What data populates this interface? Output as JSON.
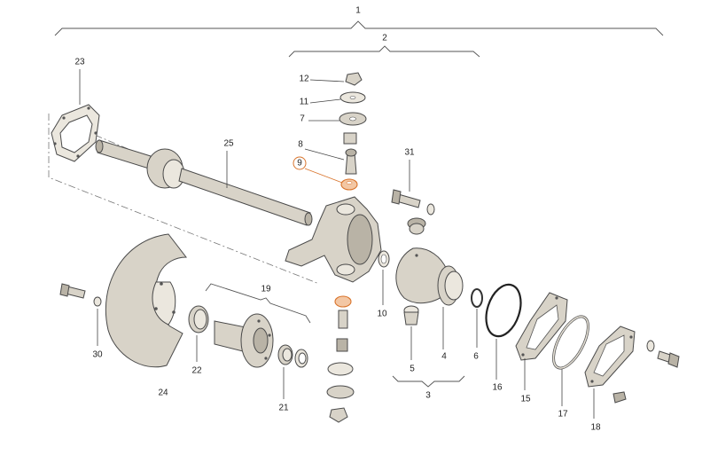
{
  "callouts": {
    "c1": "1",
    "c2": "2",
    "c3": "3",
    "c4": "4",
    "c5": "5",
    "c6": "6",
    "c7": "7",
    "c8": "8",
    "c9": "9",
    "c10": "10",
    "c11": "11",
    "c12": "12",
    "c15": "15",
    "c16": "16",
    "c17": "17",
    "c18": "18",
    "c19": "19",
    "c21": "21",
    "c22": "22",
    "c23": "23",
    "c24": "24",
    "c25": "25",
    "c30": "30",
    "c31": "31"
  },
  "colors": {
    "part": "#d8d3c8",
    "highlight": "#d9742c",
    "line": "#444444"
  }
}
